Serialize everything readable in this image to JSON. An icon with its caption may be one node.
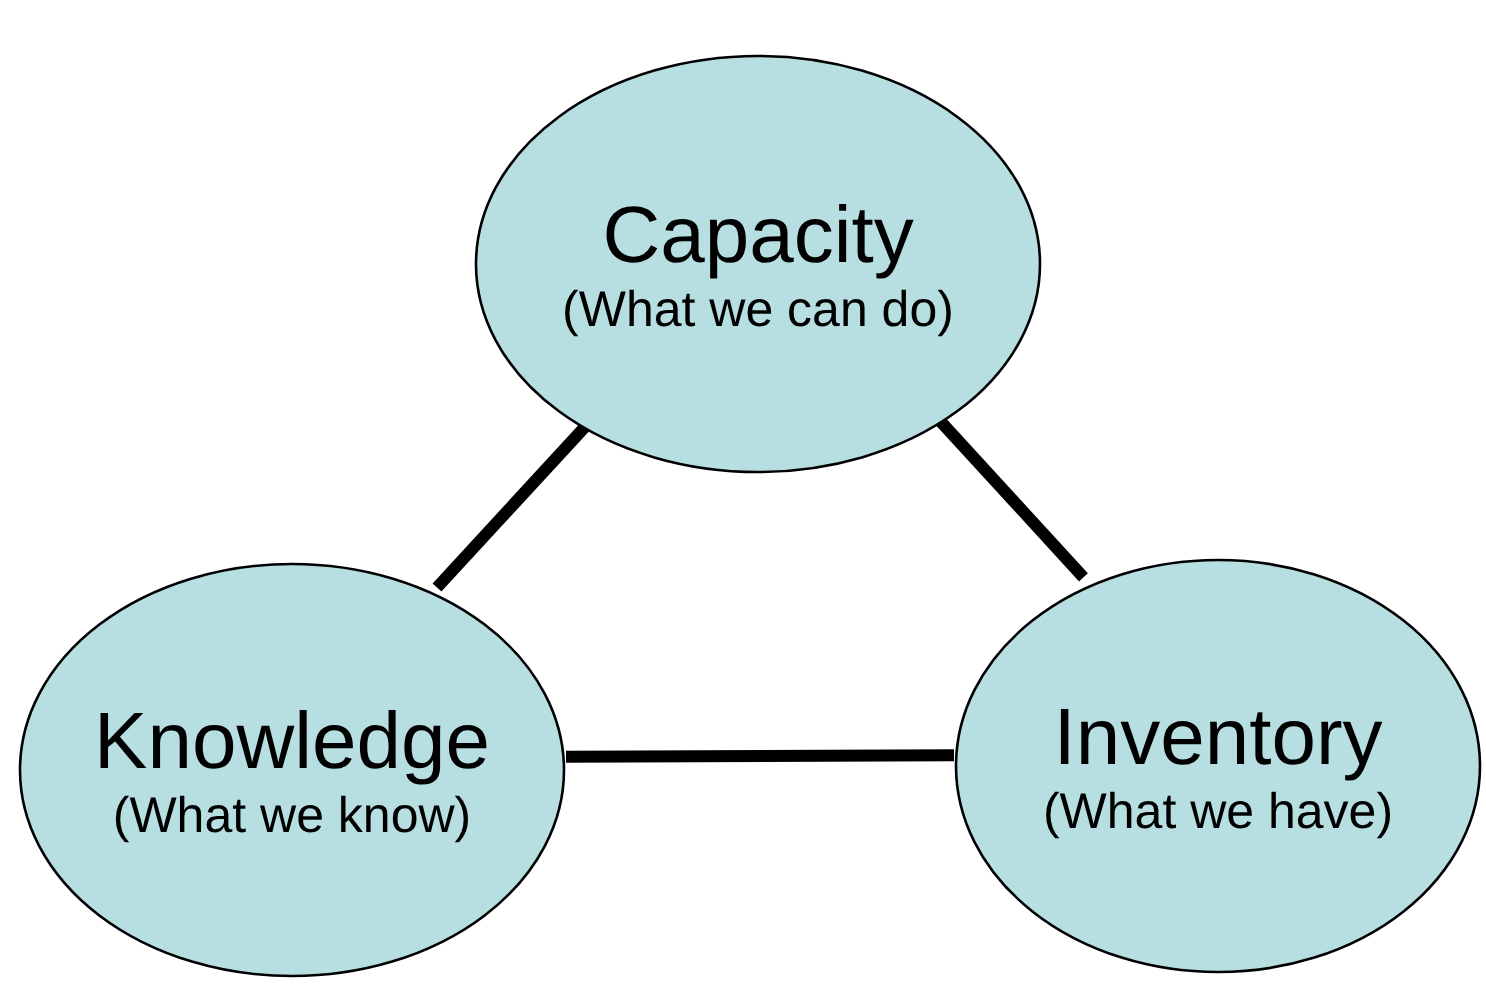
{
  "diagram": {
    "nodes": [
      {
        "text": [
          "Capacity",
          "(What we can do)"
        ]
      },
      {
        "text": [
          "Knowledge",
          "(What we know)"
        ]
      },
      {
        "text": [
          "Inventory",
          "(What we have)"
        ]
      }
    ],
    "edges": [
      {
        "from": 0,
        "to": 1,
        "arrow": "none"
      },
      {
        "from": 0,
        "to": 2,
        "arrow": "none"
      },
      {
        "from": 1,
        "to": 2,
        "arrow": "none"
      }
    ]
  }
}
